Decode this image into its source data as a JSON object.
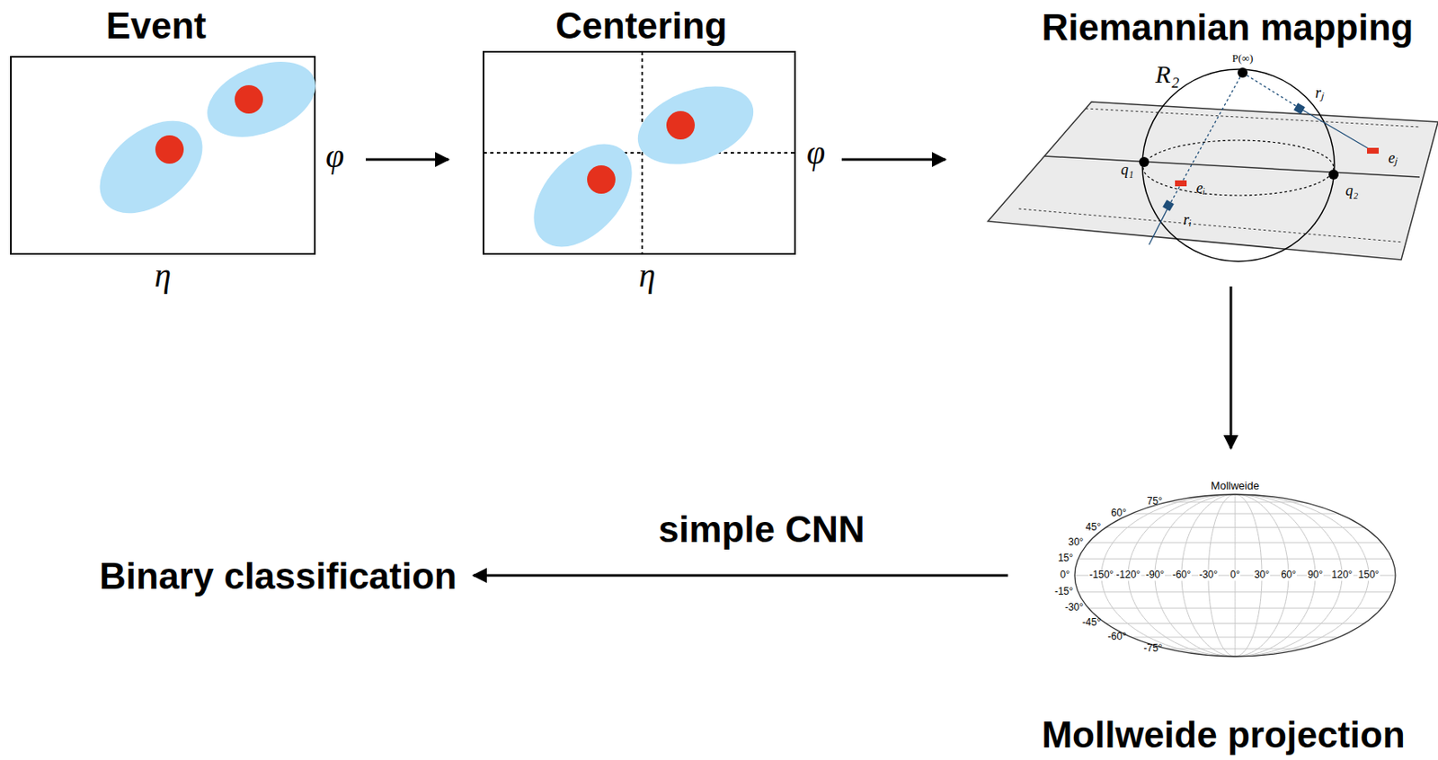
{
  "diagram": {
    "nodes": [
      {
        "text": [
          "Event",
          "φ",
          "η"
        ]
      },
      {
        "text": [
          "Centering",
          "φ",
          "η"
        ]
      },
      {
        "text": [
          "Riemannian mapping"
        ]
      },
      {
        "text": [
          "Mollweide projection"
        ]
      },
      {
        "text": [
          "Binary classification"
        ]
      }
    ],
    "edges": [
      {
        "from": 0,
        "to": 1,
        "arrow": "to"
      },
      {
        "from": 1,
        "to": 2,
        "arrow": "to"
      },
      {
        "from": 2,
        "to": 3,
        "arrow": "to"
      },
      {
        "from": 3,
        "to": 4,
        "label": "simple CNN",
        "arrow": "to"
      }
    ],
    "labels": [
      "R₂",
      "P(∞)",
      "rⱼ",
      "eⱼ",
      "q₁",
      "eᵢ",
      "rᵢ",
      "q₂",
      "Mollweide",
      "75°",
      "60°",
      "45°",
      "30°",
      "15°",
      "0°",
      "-15°",
      "-30°",
      "-45°",
      "-60°",
      "-75°",
      "-150°",
      "-120°",
      "-90°",
      "-60°",
      "-30°",
      "0°",
      "30°",
      "60°",
      "90°",
      "120°",
      "150°"
    ]
  }
}
